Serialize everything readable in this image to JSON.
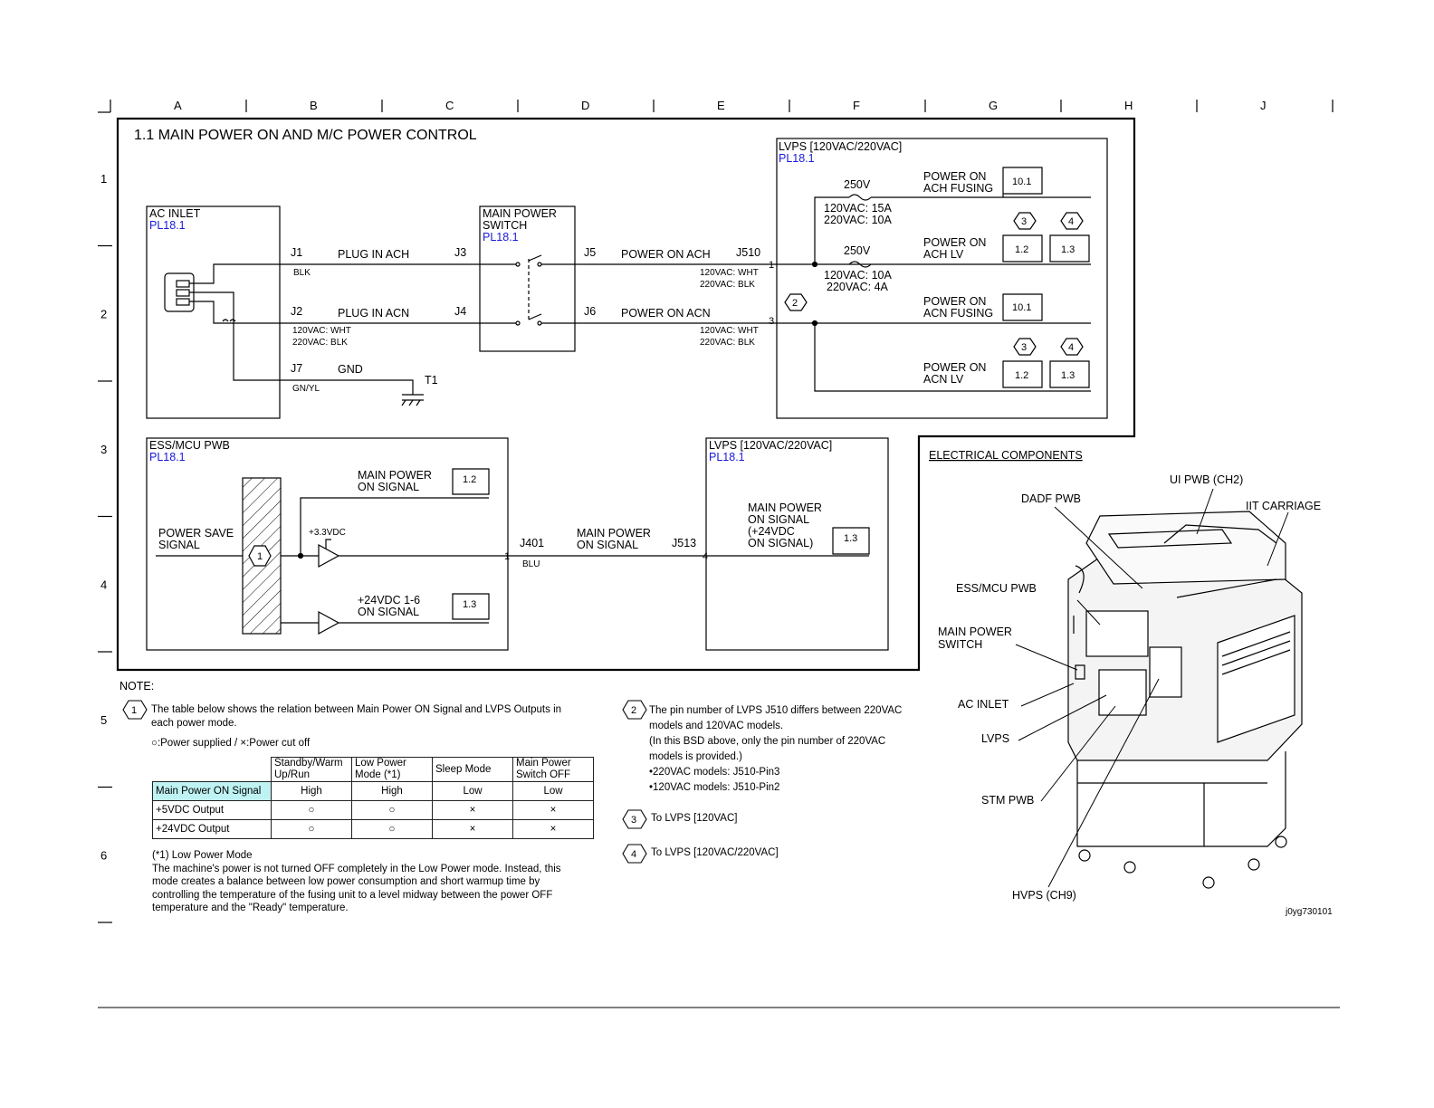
{
  "columns": [
    "A",
    "B",
    "C",
    "D",
    "E",
    "F",
    "G",
    "H",
    "J"
  ],
  "rows": [
    "1",
    "2",
    "3",
    "4",
    "5",
    "6"
  ],
  "title": "1.1 MAIN POWER ON AND M/C POWER CONTROL",
  "ac_inlet": {
    "name": "AC INLET",
    "ref": "PL18.1"
  },
  "main_switch": {
    "name1": "MAIN POWER",
    "name2": "SWITCH",
    "ref": "PL18.1"
  },
  "lvps_top": {
    "name": "LVPS [120VAC/220VAC]",
    "ref": "PL18.1"
  },
  "ess_mcu": {
    "name": "ESS/MCU PWB",
    "ref": "PL18.1"
  },
  "lvps_bottom": {
    "name": "LVPS [120VAC/220VAC]",
    "ref": "PL18.1"
  },
  "wires": {
    "j1": "J1",
    "plug_ach": "PLUG IN ACH",
    "j3": "J3",
    "blk": "BLK",
    "j2": "J2",
    "plug_acn": "PLUG IN ACN",
    "j4": "J4",
    "wht": "120VAC: WHT",
    "blk2": "220VAC: BLK",
    "j7": "J7",
    "gnd": "GND",
    "gnyl": "GN/YL",
    "t1": "T1",
    "j5": "J5",
    "power_on_ach": "POWER ON ACH",
    "j510": "J510",
    "wht_e": "120VAC: WHT",
    "blk_e": "220VAC: BLK",
    "j6": "J6",
    "power_on_acn": "POWER ON ACN",
    "wht_e2": "120VAC: WHT",
    "blk_e2": "220VAC: BLK",
    "pin1": "1",
    "pin3": "3"
  },
  "fuses": {
    "f1_v": "250V",
    "f1_a": "120VAC: 15A",
    "f1_b": "220VAC: 10A",
    "f2_v": "250V",
    "f2_a": "120VAC: 10A",
    "f2_b": "220VAC: 4A"
  },
  "outputs": {
    "ach_fusing_1": "POWER ON",
    "ach_fusing_2": "ACH FUSING",
    "ach_fusing_ref": "10.1",
    "ach_lv_1": "POWER ON",
    "ach_lv_2": "ACH LV",
    "ach_lv_ref1": "1.2",
    "ach_lv_ref2": "1.3",
    "acn_fusing_1": "POWER ON",
    "acn_fusing_2": "ACN FUSING",
    "acn_fusing_ref": "10.1",
    "acn_lv_1": "POWER ON",
    "acn_lv_2": "ACN LV",
    "acn_lv_ref1": "1.2",
    "acn_lv_ref2": "1.3",
    "hex3": "3",
    "hex4": "4",
    "hex2": "2",
    "hex1": "1"
  },
  "signals": {
    "mp_on_1": "MAIN POWER",
    "mp_on_2": "ON SIGNAL",
    "mp_on_ref": "1.2",
    "v33": "+3.3VDC",
    "power_save_1": "POWER SAVE",
    "power_save_2": "SIGNAL",
    "v24_1": "+24VDC 1-6",
    "v24_2": "ON SIGNAL",
    "v24_ref": "1.3",
    "j401": "J401",
    "blu": "BLU",
    "mp_sig_1": "MAIN POWER",
    "mp_sig_2": "ON SIGNAL",
    "j513": "J513",
    "pin1": "1",
    "pin4": "4",
    "lv_sig_1": "MAIN POWER",
    "lv_sig_2": "ON SIGNAL",
    "lv_sig_3": "(+24VDC",
    "lv_sig_4": "ON SIGNAL)",
    "lv_sig_ref": "1.3"
  },
  "components": {
    "title": "ELECTRICAL COMPONENTS",
    "ui_pwb": "UI PWB (CH2)",
    "dadf": "DADF  PWB",
    "iit": "IIT CARRIAGE",
    "ess": "ESS/MCU PWB",
    "mps1": "MAIN POWER",
    "mps2": "SWITCH",
    "ac": "AC INLET",
    "lvps": "LVPS",
    "stm": "STM PWB",
    "hvps": "HVPS (CH9)",
    "code": "j0yg730101"
  },
  "notes": {
    "label": "NOTE:",
    "n1_num": "1",
    "n1_l1": "The table below shows the relation between Main Power ON Signal and LVPS Outputs in",
    "n1_l2": "each power mode.",
    "legend": "○:Power supplied / ×:Power cut off",
    "n2_num": "2",
    "n2_l1": "The pin number of LVPS J510 differs between 220VAC",
    "n2_l2": "models and 120VAC models.",
    "n2_l3": "(In this BSD above, only the pin number of 220VAC",
    "n2_l4": "models is provided.)",
    "n2_l5": "•220VAC models: J510-Pin3",
    "n2_l6": "•120VAC models: J510-Pin2",
    "n3_num": "3",
    "n3": "To LVPS [120VAC]",
    "n4_num": "4",
    "n4": "To LVPS [120VAC/220VAC]",
    "lp_title": "(*1) Low Power Mode",
    "lp_l1": "The machine's power is not turned OFF completely in the Low Power mode. Instead, this",
    "lp_l2": "mode creates a balance between low power consumption and short warmup time by",
    "lp_l3": "controlling the temperature of the fusing unit to a level midway between the power OFF",
    "lp_l4": "temperature and the \"Ready\" temperature."
  },
  "table": {
    "headers": [
      [
        "Standby/Warm",
        "Up/Run"
      ],
      [
        "Low Power",
        "Mode (*1)"
      ],
      [
        "Sleep Mode",
        ""
      ],
      [
        "Main Power",
        "Switch OFF"
      ]
    ],
    "rows": [
      {
        "label": "Main Power ON Signal",
        "cells": [
          "High",
          "High",
          "Low",
          "Low"
        ]
      },
      {
        "label": "+5VDC Output",
        "cells": [
          "○",
          "○",
          "×",
          "×"
        ]
      },
      {
        "label": "+24VDC Output",
        "cells": [
          "○",
          "○",
          "×",
          "×"
        ]
      }
    ]
  },
  "colors": {
    "ref": "#1a1adb",
    "highlight": "#bff3f3"
  }
}
